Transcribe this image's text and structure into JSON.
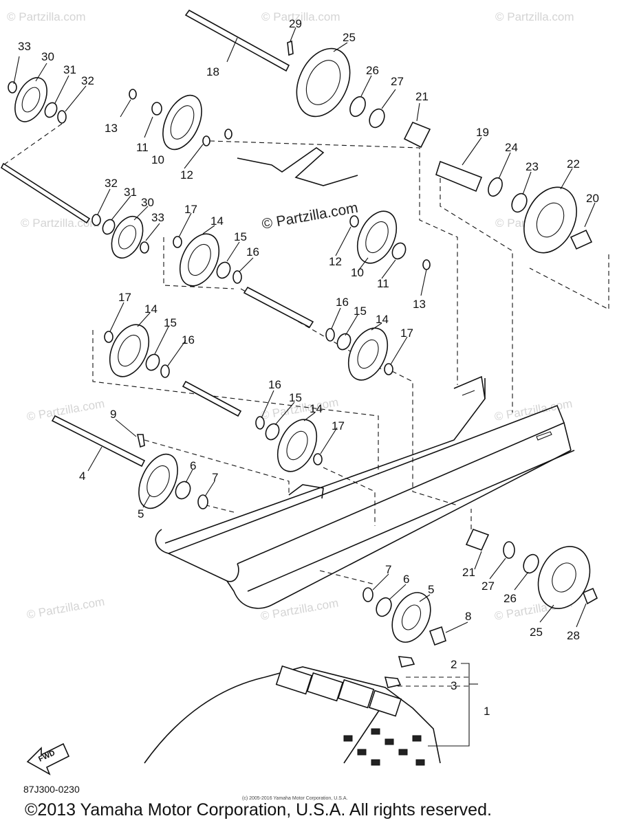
{
  "watermarks": {
    "corner": "© Partzilla.com",
    "corner_plain": "© Partzilla.com",
    "center": "© Partzilla.com"
  },
  "callouts": [
    {
      "id": "c33a",
      "label": "33"
    },
    {
      "id": "c30a",
      "label": "30"
    },
    {
      "id": "c31a",
      "label": "31"
    },
    {
      "id": "c32a",
      "label": "32"
    },
    {
      "id": "c29",
      "label": "29"
    },
    {
      "id": "c25a",
      "label": "25"
    },
    {
      "id": "c18",
      "label": "18"
    },
    {
      "id": "c26a",
      "label": "26"
    },
    {
      "id": "c27a",
      "label": "27"
    },
    {
      "id": "c21a",
      "label": "21"
    },
    {
      "id": "c13a",
      "label": "13"
    },
    {
      "id": "c11a",
      "label": "11"
    },
    {
      "id": "c10a",
      "label": "10"
    },
    {
      "id": "c12a",
      "label": "12"
    },
    {
      "id": "c19",
      "label": "19"
    },
    {
      "id": "c24",
      "label": "24"
    },
    {
      "id": "c23",
      "label": "23"
    },
    {
      "id": "c22",
      "label": "22"
    },
    {
      "id": "c20",
      "label": "20"
    },
    {
      "id": "c32b",
      "label": "32"
    },
    {
      "id": "c31b",
      "label": "31"
    },
    {
      "id": "c30b",
      "label": "30"
    },
    {
      "id": "c33b",
      "label": "33"
    },
    {
      "id": "c17a",
      "label": "17"
    },
    {
      "id": "c14a",
      "label": "14"
    },
    {
      "id": "c15a",
      "label": "15"
    },
    {
      "id": "c16a",
      "label": "16"
    },
    {
      "id": "c12b",
      "label": "12"
    },
    {
      "id": "c10b",
      "label": "10"
    },
    {
      "id": "c11b",
      "label": "11"
    },
    {
      "id": "c13b",
      "label": "13"
    },
    {
      "id": "c17b",
      "label": "17"
    },
    {
      "id": "c14b",
      "label": "14"
    },
    {
      "id": "c15b",
      "label": "15"
    },
    {
      "id": "c16b",
      "label": "16"
    },
    {
      "id": "c16c",
      "label": "16"
    },
    {
      "id": "c15c",
      "label": "15"
    },
    {
      "id": "c14c",
      "label": "14"
    },
    {
      "id": "c17c",
      "label": "17"
    },
    {
      "id": "c16d",
      "label": "16"
    },
    {
      "id": "c15d",
      "label": "15"
    },
    {
      "id": "c14d",
      "label": "14"
    },
    {
      "id": "c17d",
      "label": "17"
    },
    {
      "id": "c9",
      "label": "9"
    },
    {
      "id": "c4",
      "label": "4"
    },
    {
      "id": "c6a",
      "label": "6"
    },
    {
      "id": "c7a",
      "label": "7"
    },
    {
      "id": "c5a",
      "label": "5"
    },
    {
      "id": "c21b",
      "label": "21"
    },
    {
      "id": "c27b",
      "label": "27"
    },
    {
      "id": "c26b",
      "label": "26"
    },
    {
      "id": "c25b",
      "label": "25"
    },
    {
      "id": "c28",
      "label": "28"
    },
    {
      "id": "c7b",
      "label": "7"
    },
    {
      "id": "c6b",
      "label": "6"
    },
    {
      "id": "c5b",
      "label": "5"
    },
    {
      "id": "c8",
      "label": "8"
    },
    {
      "id": "c2",
      "label": "2"
    },
    {
      "id": "c3",
      "label": "3"
    },
    {
      "id": "c1",
      "label": "1"
    }
  ],
  "fwd_label": "FWD",
  "diagram_code": "87J300-0230",
  "small_notice": "(c) 2005-2016 Yamaha Motor Corporation, U.S.A.",
  "copyright": "©2013 Yamaha Motor Corporation, U.S.A. All rights reserved."
}
